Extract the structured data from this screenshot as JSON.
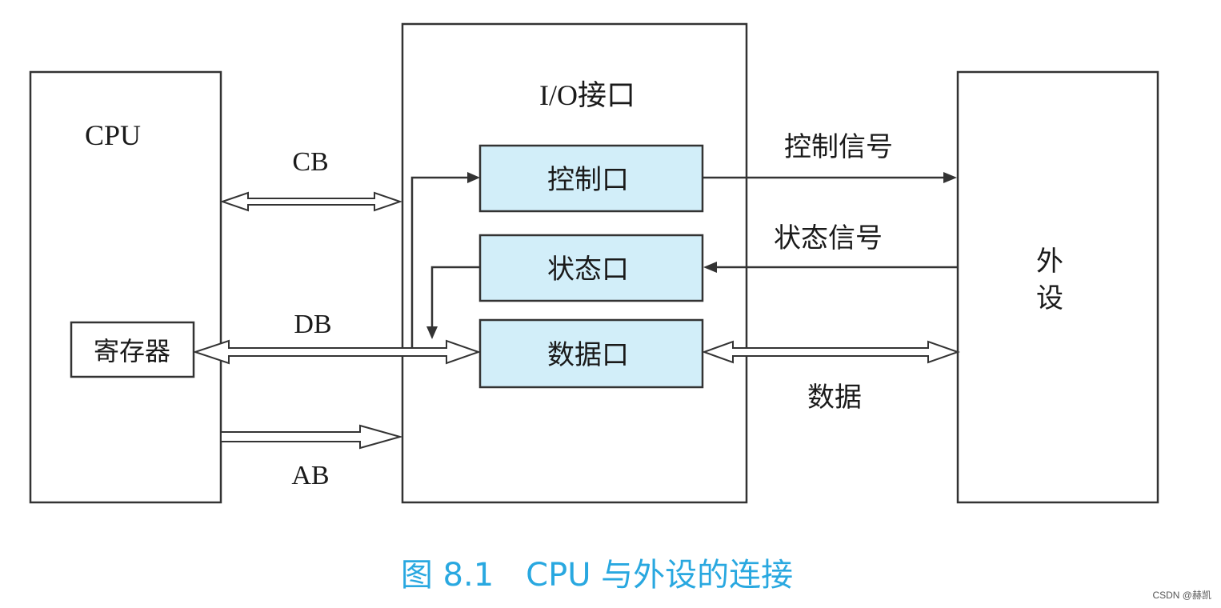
{
  "blocks": {
    "cpu": "CPU",
    "register": "寄存器",
    "io_interface": "I/O接口",
    "control_port": "控制口",
    "status_port": "状态口",
    "data_port": "数据口",
    "peripheral_line1": "外",
    "peripheral_line2": "设"
  },
  "buses": {
    "cb": "CB",
    "db": "DB",
    "ab": "AB"
  },
  "signals": {
    "control": "控制信号",
    "status": "状态信号",
    "data": "数据"
  },
  "caption": "图 8.1　CPU 与外设的连接",
  "caption_color": "#29a8e0",
  "port_fill_color": "#d2eef9",
  "watermark": "CSDN @赫凯"
}
